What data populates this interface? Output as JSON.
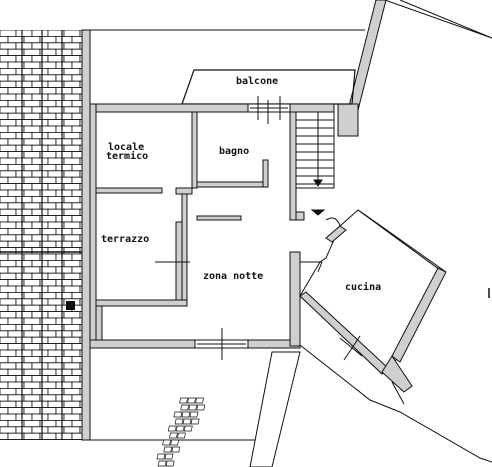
{
  "plan": {
    "rooms": [
      {
        "id": "balcone",
        "label": "balcone"
      },
      {
        "id": "locale-termico",
        "label": "locale\ntermico"
      },
      {
        "id": "bagno",
        "label": "bagno"
      },
      {
        "id": "terrazzo",
        "label": "terrazzo"
      },
      {
        "id": "zona-notte",
        "label": "zona notte"
      },
      {
        "id": "cucina",
        "label": "cucina"
      }
    ]
  },
  "colors": {
    "wall": "#cfcfcf",
    "line": "#111111",
    "background": "#ffffff"
  }
}
